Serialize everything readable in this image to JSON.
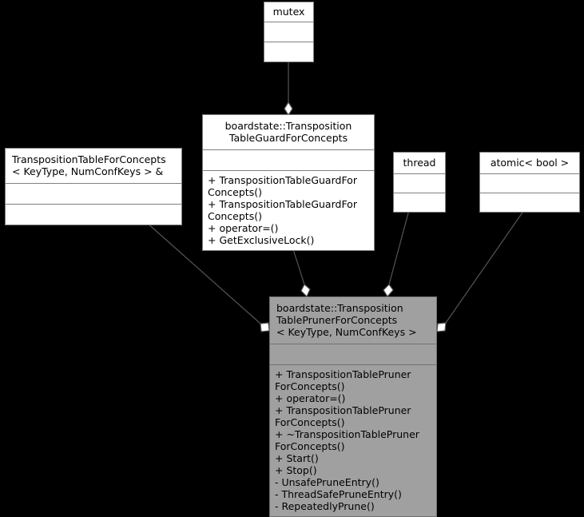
{
  "diagram": {
    "type": "uml-class-diagram",
    "background": "#000000",
    "node_fill_plain": "#ffffff",
    "node_fill_highlight": "#a0a0a0",
    "border_color": "#808080",
    "edge_color": "#555555"
  },
  "nodes": {
    "mutex": {
      "title": "mutex",
      "attributes": "",
      "operations": ""
    },
    "transposition_table_guard": {
      "title": "boardstate::Transposition\n     TableGuardForConcepts",
      "attributes": "",
      "operations": "+ TranspositionTableGuardFor\nConcepts()\n+ TranspositionTableGuardFor\nConcepts()\n+ operator=()\n+ GetExclusiveLock()"
    },
    "transposition_table_for_concepts": {
      "title": "TranspositionTableForConcepts\n< KeyType, NumConfKeys > &",
      "attributes": "",
      "operations": ""
    },
    "thread": {
      "title": "thread",
      "attributes": "",
      "operations": ""
    },
    "atomic_bool": {
      "title": "atomic< bool >",
      "attributes": "",
      "operations": ""
    },
    "transposition_table_pruner": {
      "title": "boardstate::Transposition\nTablePrunerForConcepts\n < KeyType, NumConfKeys >",
      "attributes": "",
      "operations": "+ TranspositionTablePruner\nForConcepts()\n+ operator=()\n+ TranspositionTablePruner\nForConcepts()\n+ ~TranspositionTablePruner\nForConcepts()\n+ Start()\n+ Stop()\n- UnsafePruneEntry()\n- ThreadSafePruneEntry()\n- RepeatedlyPrune()"
    }
  },
  "edges": [
    {
      "name": "mutex-to-guard",
      "from": "mutex",
      "to": "transposition_table_guard",
      "kind": "aggregation",
      "label": ""
    },
    {
      "name": "guard-to-pruner",
      "from": "transposition_table_guard",
      "to": "transposition_table_pruner",
      "kind": "aggregation",
      "label": ""
    },
    {
      "name": "thread-to-pruner",
      "from": "thread",
      "to": "transposition_table_pruner",
      "kind": "aggregation",
      "label": ""
    },
    {
      "name": "table-to-pruner",
      "from": "transposition_table_for_concepts",
      "to": "transposition_table_pruner",
      "kind": "aggregation",
      "label": ""
    },
    {
      "name": "atomicbool-to-pruner",
      "from": "atomic_bool",
      "to": "transposition_table_pruner",
      "kind": "aggregation",
      "label": ""
    }
  ]
}
